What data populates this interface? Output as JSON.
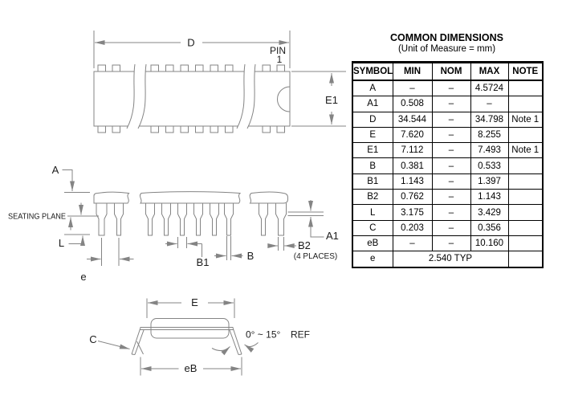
{
  "title": {
    "heading": "COMMON DIMENSIONS",
    "subtitle": "(Unit of Measure = mm)"
  },
  "table": {
    "headers": [
      "SYMBOL",
      "MIN",
      "NOM",
      "MAX",
      "NOTE"
    ],
    "rows": [
      {
        "symbol": "A",
        "min": "–",
        "nom": "–",
        "max": "4.5724",
        "note": ""
      },
      {
        "symbol": "A1",
        "min": "0.508",
        "nom": "–",
        "max": "–",
        "note": ""
      },
      {
        "symbol": "D",
        "min": "34.544",
        "nom": "–",
        "max": "34.798",
        "note": "Note 1"
      },
      {
        "symbol": "E",
        "min": "7.620",
        "nom": "–",
        "max": "8.255",
        "note": ""
      },
      {
        "symbol": "E1",
        "min": "7.112",
        "nom": "–",
        "max": "7.493",
        "note": "Note 1"
      },
      {
        "symbol": "B",
        "min": "0.381",
        "nom": "–",
        "max": "0.533",
        "note": ""
      },
      {
        "symbol": "B1",
        "min": "1.143",
        "nom": "–",
        "max": "1.397",
        "note": ""
      },
      {
        "symbol": "B2",
        "min": "0.762",
        "nom": "–",
        "max": "1.143",
        "note": ""
      },
      {
        "symbol": "L",
        "min": "3.175",
        "nom": "–",
        "max": "3.429",
        "note": ""
      },
      {
        "symbol": "C",
        "min": "0.203",
        "nom": "–",
        "max": "0.356",
        "note": ""
      },
      {
        "symbol": "eB",
        "min": "–",
        "nom": "–",
        "max": "10.160",
        "note": ""
      },
      {
        "symbol": "e",
        "span": "2.540 TYP",
        "note": ""
      }
    ]
  },
  "diagram": {
    "labels": {
      "d": "D",
      "pin": "PIN",
      "pin_no": "1",
      "e1": "E1",
      "a": "A",
      "seating_plane": "SEATING PLANE",
      "l": "L",
      "e": "e",
      "b1": "B1",
      "b": "B",
      "b2": "B2",
      "b2_note": "(4 PLACES)",
      "a1": "A1",
      "e_end": "E",
      "c": "C",
      "angle": "0° ~ 15°",
      "angle_ref": "REF",
      "eb": "eB"
    },
    "colors": {
      "line": "#848484",
      "text": "#1c1c1c"
    }
  }
}
